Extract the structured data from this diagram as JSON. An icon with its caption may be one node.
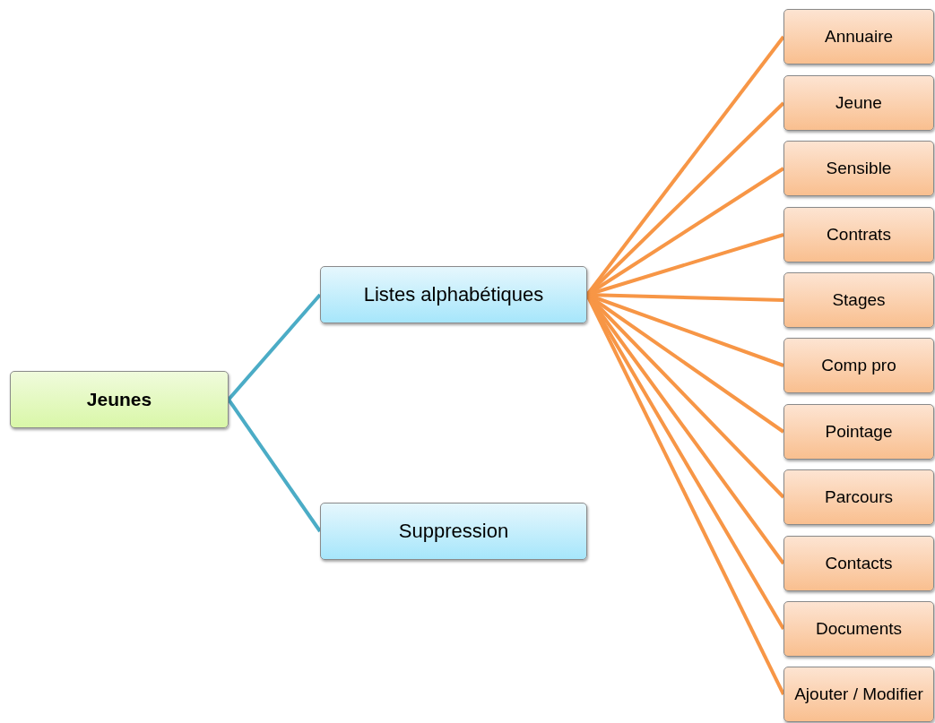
{
  "diagram": {
    "nodes": [
      {
        "text": [
          "Jeunes"
        ]
      },
      {
        "text": [
          "Listes alphabétiques"
        ]
      },
      {
        "text": [
          "Suppression"
        ]
      },
      {
        "text": [
          "Annuaire"
        ]
      },
      {
        "text": [
          "Jeune"
        ]
      },
      {
        "text": [
          "Sensible"
        ]
      },
      {
        "text": [
          "Contrats"
        ]
      },
      {
        "text": [
          "Stages"
        ]
      },
      {
        "text": [
          "Comp pro"
        ]
      },
      {
        "text": [
          "Pointage"
        ]
      },
      {
        "text": [
          "Parcours"
        ]
      },
      {
        "text": [
          "Contacts"
        ]
      },
      {
        "text": [
          "Documents"
        ]
      },
      {
        "text": [
          "Ajouter / Modifier"
        ]
      }
    ],
    "edges": [
      {
        "from": 0,
        "to": 1,
        "arrow": "none",
        "color": "#4bacc6"
      },
      {
        "from": 0,
        "to": 2,
        "arrow": "none",
        "color": "#4bacc6"
      },
      {
        "from": 1,
        "to": 3,
        "arrow": "none"
      },
      {
        "from": 1,
        "to": 4,
        "arrow": "none"
      },
      {
        "from": 1,
        "to": 5,
        "arrow": "none"
      },
      {
        "from": 1,
        "to": 6,
        "arrow": "none"
      },
      {
        "from": 1,
        "to": 7,
        "arrow": "none"
      },
      {
        "from": 1,
        "to": 8,
        "arrow": "none"
      },
      {
        "from": 1,
        "to": 9,
        "arrow": "none"
      },
      {
        "from": 1,
        "to": 10,
        "arrow": "none"
      },
      {
        "from": 1,
        "to": 11,
        "arrow": "none"
      },
      {
        "from": 1,
        "to": 12,
        "arrow": "none"
      },
      {
        "from": 1,
        "to": 13,
        "arrow": "none"
      }
    ]
  }
}
